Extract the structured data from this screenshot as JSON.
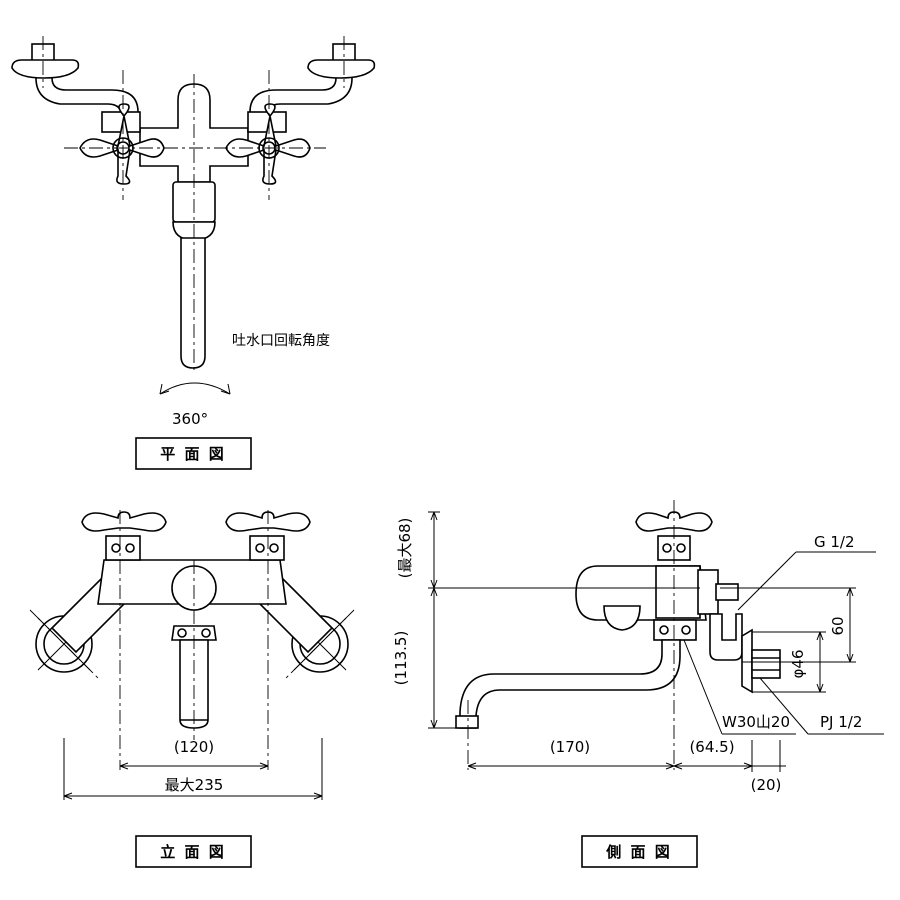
{
  "plan_view": {
    "title": "平 面 図",
    "rotation_label": "吐水口回転角度",
    "rotation_value": "360°"
  },
  "front_view": {
    "title": "立 面 図",
    "dim_center": "(120)",
    "dim_max_width": "最大235"
  },
  "side_view": {
    "title": "側 面 図",
    "dim_max_height": "(最大68)",
    "dim_height": "(113.5)",
    "label_inlet_thread": "G 1/2",
    "dim_60": "60",
    "dim_dia46": "φ46",
    "label_nut": "W30山20",
    "label_pj": "PJ 1/2",
    "dim_170": "(170)",
    "dim_64_5": "(64.5)",
    "dim_20": "(20)"
  }
}
